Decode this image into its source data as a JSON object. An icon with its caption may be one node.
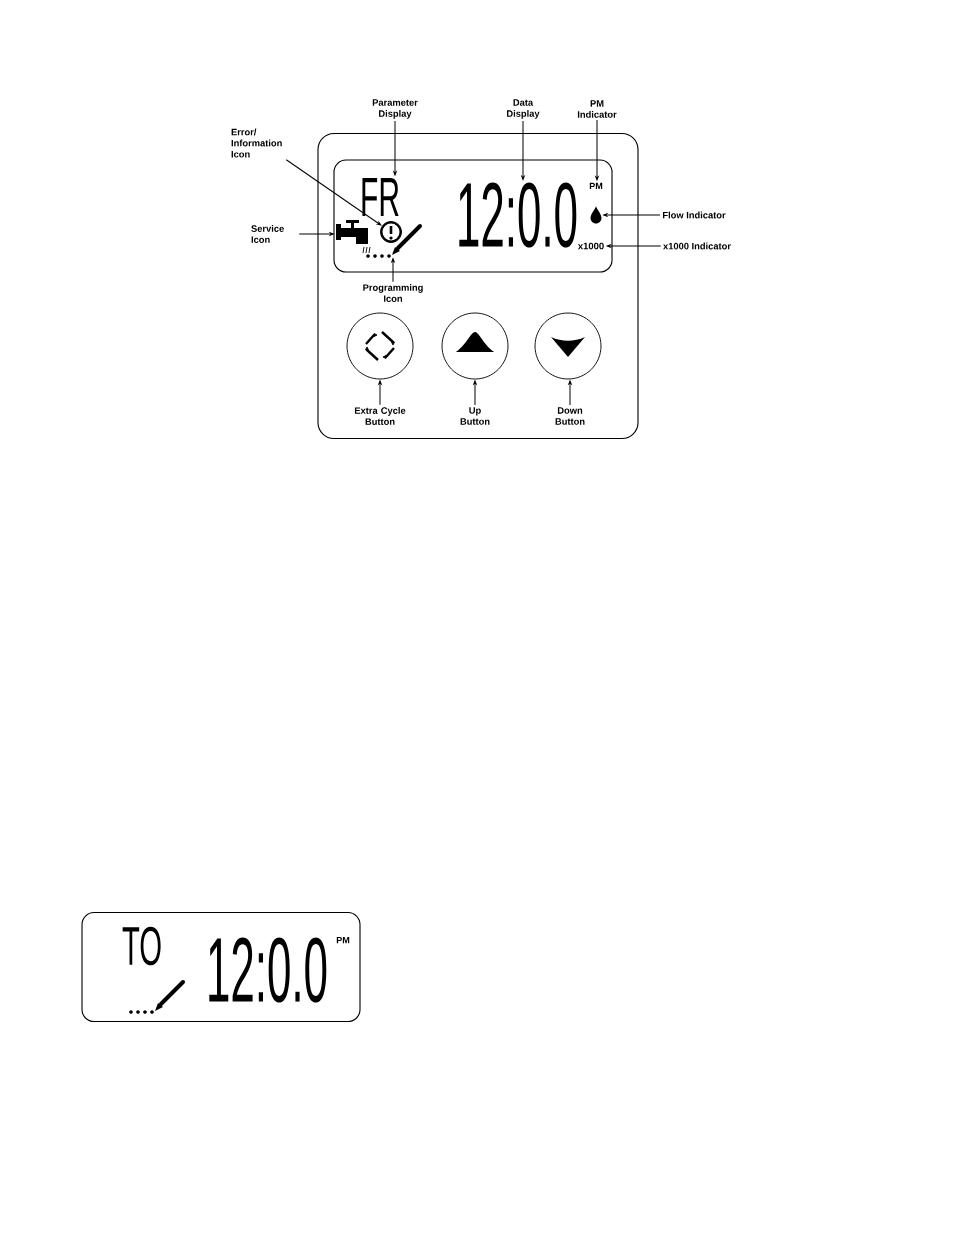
{
  "diagram": {
    "nodes": [
      {
        "text": [],
        "shape": "box"
      },
      {
        "text": [],
        "shape": "box",
        "in": 0
      },
      {
        "text": [
          "FR"
        ],
        "in": 1
      },
      {
        "text": [],
        "shape": "circle",
        "in": 1
      },
      {
        "text": [
          "12:0.0"
        ],
        "in": 1
      },
      {
        "text": [
          "PM"
        ],
        "in": 1
      },
      {
        "text": [],
        "shape": "picture",
        "in": 1
      },
      {
        "text": [],
        "shape": "drop",
        "in": 1
      },
      {
        "text": [
          "x1000"
        ],
        "in": 1
      },
      {
        "text": [],
        "shape": "picture",
        "in": 1
      },
      {
        "text": [],
        "shape": "circle",
        "in": 0
      },
      {
        "text": [],
        "shape": "circle",
        "in": 0
      },
      {
        "text": [],
        "shape": "circle",
        "in": 0
      },
      {
        "text": [
          "Parameter Display"
        ]
      },
      {
        "text": [
          "Error/ Information Icon"
        ]
      },
      {
        "text": [
          "Data Display"
        ]
      },
      {
        "text": [
          "PM Indicator"
        ]
      },
      {
        "text": [
          "Service Icon"
        ]
      },
      {
        "text": [
          "Flow Indicator"
        ]
      },
      {
        "text": [
          "x1000 Indicator"
        ]
      },
      {
        "text": [
          "Programming Icon"
        ],
        "in": 0
      },
      {
        "text": [
          "Extra Cycle Button"
        ],
        "in": 0
      },
      {
        "text": [
          "Up Button"
        ],
        "in": 0
      },
      {
        "text": [
          "Down Button"
        ],
        "in": 0
      },
      {
        "text": [
          "TO",
          "12:0.0",
          "PM"
        ]
      }
    ],
    "edges": [
      {
        "from": 13,
        "to": 2,
        "arrow": "to"
      },
      {
        "from": 14,
        "to": 3,
        "arrow": "to"
      },
      {
        "from": 15,
        "to": 4,
        "arrow": "to"
      },
      {
        "from": 16,
        "to": 5,
        "arrow": "to"
      },
      {
        "from": 17,
        "to": 6,
        "arrow": "to"
      },
      {
        "from": 18,
        "to": 7,
        "arrow": "to"
      },
      {
        "from": 19,
        "to": 8,
        "arrow": "to"
      },
      {
        "from": 20,
        "to": 9,
        "arrow": "to"
      },
      {
        "from": 21,
        "to": 10,
        "arrow": "to"
      },
      {
        "from": 22,
        "to": 11,
        "arrow": "to"
      },
      {
        "from": 23,
        "to": 12,
        "arrow": "to"
      }
    ]
  }
}
